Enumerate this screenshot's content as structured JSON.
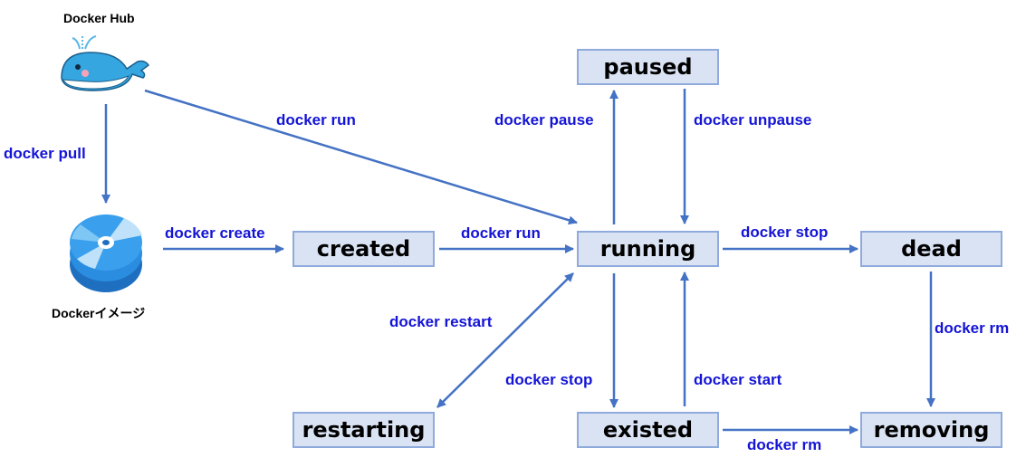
{
  "sources": {
    "hub_label": "Docker Hub",
    "image_label": "Dockerイメージ"
  },
  "states": {
    "paused": "paused",
    "created": "created",
    "running": "running",
    "dead": "dead",
    "restarting": "restarting",
    "existed": "existed",
    "removing": "removing"
  },
  "commands": {
    "pull": "docker pull",
    "run_from_hub": "docker run",
    "create": "docker create",
    "run": "docker run",
    "pause": "docker pause",
    "unpause": "docker unpause",
    "stop_dead": "docker stop",
    "rm_dead": "docker rm",
    "restart": "docker restart",
    "stop": "docker stop",
    "start": "docker start",
    "rm_existed": "docker rm"
  },
  "colors": {
    "arrow": "#4472c4",
    "label": "#1414d6",
    "box_fill": "#dae3f3",
    "box_border": "#8faadc"
  },
  "icons": {
    "hub": "whale-icon",
    "image": "disc-stack-icon"
  }
}
